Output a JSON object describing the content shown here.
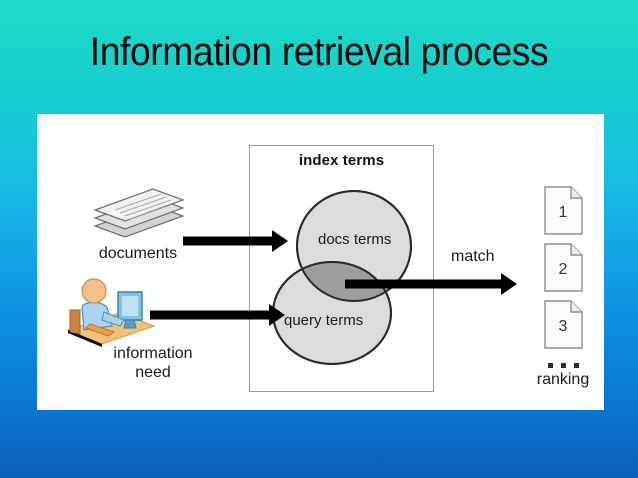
{
  "slide": {
    "title": "Information retrieval process",
    "background": {
      "top_color": "#1ddbc8",
      "bottom_color": "#0b5fbb"
    },
    "panel_color": "#ffffff"
  },
  "diagram": {
    "index_frame": {
      "label": "index terms",
      "border_color": "#9b9b9b"
    },
    "venn": {
      "circle_fill": "#dcdcdc",
      "intersection_fill": "#9d9d9d",
      "circle_stroke": "#2b2b2b",
      "docs_label": "docs terms",
      "query_label": "query terms"
    },
    "inputs": [
      {
        "icon": "documents-stack-icon",
        "label": "documents",
        "arrow": "arrow-documents"
      },
      {
        "icon": "person-at-computer-icon",
        "label_line1": "information",
        "label_line2": "need",
        "arrow": "arrow-information"
      }
    ],
    "match": {
      "label": "match",
      "arrow": "arrow-match"
    },
    "ranking": {
      "label": "ranking",
      "results": [
        "1",
        "2",
        "3"
      ],
      "ellipsis": "…",
      "page_fill": "#fbfbfb",
      "page_stroke": "#8f8f8f"
    }
  }
}
